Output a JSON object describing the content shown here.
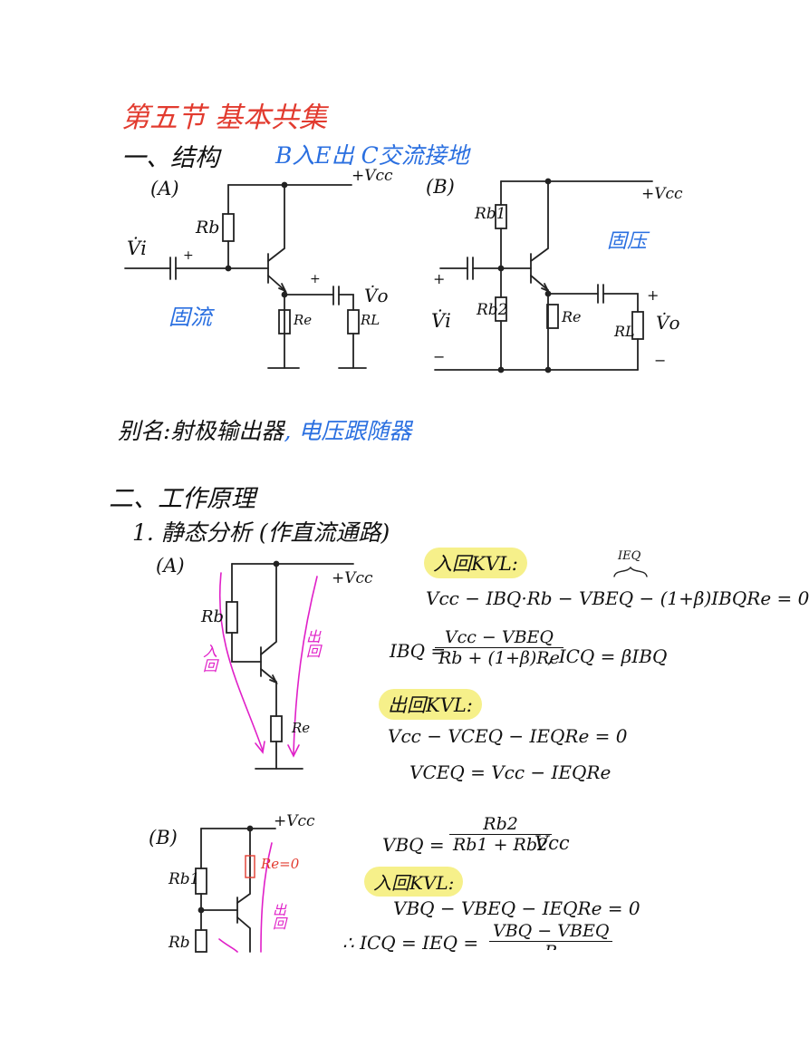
{
  "section_title": "第五节  基本共集",
  "part1": {
    "heading": "一、结构",
    "note": "B入E出 C交流接地",
    "label_a": "(A)",
    "label_b": "(B)",
    "a_note": "固流",
    "b_note": "固压",
    "vcc": "+Vcc",
    "vi": "V̇i",
    "vo": "V̇o",
    "rb": "Rb",
    "rb1": "Rb1",
    "rb2": "Rb2",
    "re": "Re",
    "rl": "RL",
    "plus": "+",
    "minus": "−",
    "alias_label": "别名:射极输出器",
    "alias_blue": ", 电压跟随器"
  },
  "part2": {
    "heading": "二、工作原理",
    "sub": "1. 静态分析 (作直流通路)",
    "label_a": "(A)",
    "label_b": "(B)",
    "vcc": "+Vcc",
    "rb": "Rb",
    "re": "Re",
    "rb1": "Rb1",
    "rb2": "Rb",
    "re_zero": "Re=0",
    "in_loop": "入回",
    "out_loop": "出回",
    "kvl_in": "入回KVL:",
    "ieq_brace": "IEQ",
    "eq1": "Vcc − IBQ·Rb − VBEQ − (1+β)IBQRe = 0",
    "ibq_lhs": "IBQ =",
    "ibq_num": "Vcc − VBEQ",
    "ibq_den": "Rb + (1+β)Re",
    "icq": ", ICQ = βIBQ",
    "kvl_out": "出回KVL:",
    "eq3": "Vcc − VCEQ − IEQRe = 0",
    "eq4": "VCEQ = Vcc − IEQRe",
    "vbq_lhs": "VBQ =",
    "vbq_num": "Rb2",
    "vbq_den": "Rb1 + Rb2",
    "vbq_rhs": "Vcc",
    "kvl_in_b": "入回KVL:",
    "eq5": "VBQ − VBEQ − IEQRe = 0",
    "eq6_lhs": "∴ ICQ = IEQ =",
    "eq6_num": "VBQ − VBEQ",
    "eq6_den": "R"
  }
}
